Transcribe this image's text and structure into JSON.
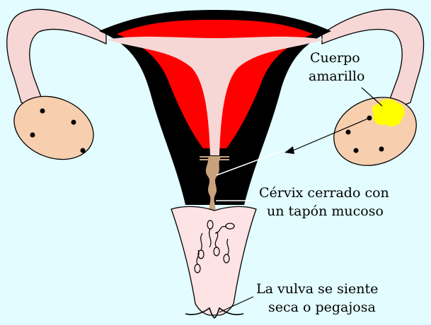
{
  "labels": {
    "corpus_luteum_line1": "Cuerpo",
    "corpus_luteum_line2": "amarillo",
    "cervix_line1": "Cérvix cerrado con",
    "cervix_line2": "un tapón mucoso",
    "vulva_line1": "La vulva se siente",
    "vulva_line2": "seca o pegajosa"
  },
  "colors": {
    "background": "#e2fcff",
    "tube": "#f7d6d6",
    "ovary": "#f7cfae",
    "muscle": "#000000",
    "endometrium": "#ff0000",
    "cavity": "#f7d6d6",
    "mucus_plug": "#c9a27c",
    "vagina": "#fde3e3",
    "corpus_luteum": "#ffff00"
  }
}
